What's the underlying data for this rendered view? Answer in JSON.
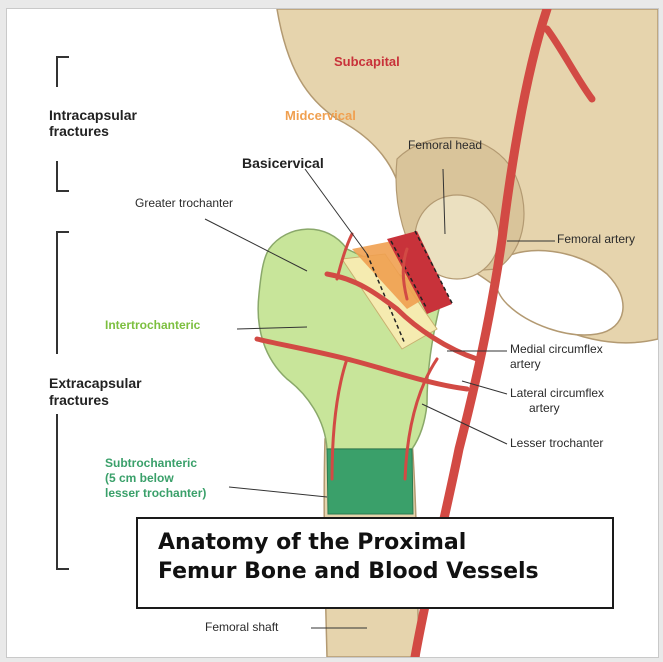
{
  "title": {
    "line1": "Anatomy of the Proximal",
    "line2": "Femur Bone and Blood Vessels"
  },
  "groups": {
    "intracapsular": {
      "line1": "Intracapsular",
      "line2": "fractures"
    },
    "extracapsular": {
      "line1": "Extracapsular",
      "line2": "fractures"
    }
  },
  "fracture_sites": {
    "subcapital": "Subcapital",
    "midcervical": "Midcervical",
    "basicervical": "Basicervical",
    "intertrochanteric": "Intertrochanteric",
    "subtrochanteric": {
      "line1": "Subtrochanteric",
      "line2": "(5 cm below",
      "line3": "lesser trochanter)"
    }
  },
  "structures": {
    "femoral_head": "Femoral head",
    "greater_trochanter": "Greater trochanter",
    "femoral_artery": "Femoral artery",
    "medial_circumflex": {
      "line1": "Medial circumflex",
      "line2": "artery"
    },
    "lateral_circumflex": {
      "line1": "Lateral circumflex",
      "line2": "artery"
    },
    "lesser_trochanter": "Lesser trochanter",
    "femoral_shaft": "Femoral shaft"
  },
  "colors": {
    "bone": "#e6d4ad",
    "femur_highlight": "#c8e59a",
    "subtrochanteric_zone": "#3aa06a",
    "subcapital": "#c8323a",
    "midcervical": "#f0a050",
    "basicervical_zone": "#f5ebb0",
    "artery": "#d24a44",
    "intertrochanteric_text": "#7cbf3f",
    "subtrochanteric_text": "#3aa06a"
  }
}
